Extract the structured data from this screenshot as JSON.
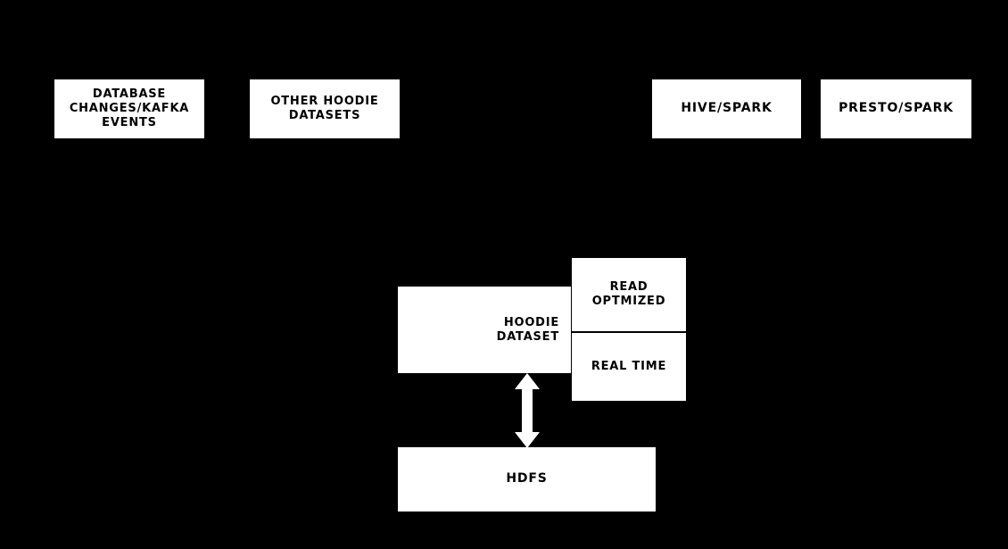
{
  "diagram": {
    "type": "architecture-block-diagram",
    "background_color": "#000000",
    "node_fill_color": "#ffffff",
    "node_text_color": "#000000",
    "arrow_color": "#ffffff",
    "sources": [
      {
        "id": "db-changes",
        "label": "Database\nChanges/Kafka\nEvents"
      },
      {
        "id": "other-hoodie",
        "label": "Other Hoodie\nDatasets"
      }
    ],
    "query_engines": [
      {
        "id": "hive-spark",
        "label": "Hive/Spark"
      },
      {
        "id": "presto-spark",
        "label": "Presto/Spark"
      }
    ],
    "dataset": {
      "id": "hoodie-dataset",
      "label": "Hoodie\nDataset"
    },
    "views": [
      {
        "id": "read-optimized",
        "label": "Read\nOptmized"
      },
      {
        "id": "real-time",
        "label": "Real Time"
      }
    ],
    "storage": {
      "id": "hdfs",
      "label": "HDFS"
    },
    "connectors": [
      {
        "id": "dataset-hdfs",
        "from": "hoodie-dataset",
        "to": "hdfs",
        "style": "double-headed-vertical-arrow"
      }
    ]
  }
}
